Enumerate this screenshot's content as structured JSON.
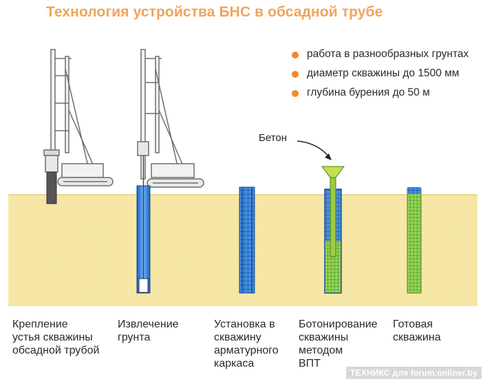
{
  "title": "Технология устройства БНС в обсадной трубе",
  "features": [
    "работа в разнообразных грунтах",
    "диаметр скважины до 1500 мм",
    "глубина бурения до 50 м"
  ],
  "callout": "Бетон",
  "steps": [
    "Крепление\nустья скважины\nобсадной трубой",
    "Извлечение\nгрунта",
    "Установка в\nскважину\nарматурного\nкаркаса",
    "Ботонирование\nскважины\nметодом\nВПТ",
    "Готовая\nскважина"
  ],
  "watermark": "ТЕХНИКС для forum.onliner.by",
  "colors": {
    "title": "#f0a45a",
    "bullet": "#f08a2a",
    "soil": "#f6e6a0",
    "pipe": "#2a6fc9",
    "concrete": "#7dc242",
    "funnel": "#b7d84a"
  }
}
